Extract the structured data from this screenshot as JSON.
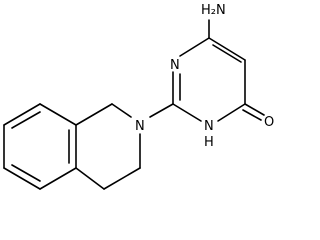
{
  "molecule": {
    "atoms": {
      "amine": "H₂N",
      "pyrimidine_n_top": "N",
      "isoquinoline_n": "N",
      "ring_nh_n": "N",
      "ring_nh_h": "H",
      "carbonyl_o": "O"
    },
    "colors": {
      "bond": "#000000",
      "label": "#000000",
      "background": "#ffffff"
    }
  }
}
